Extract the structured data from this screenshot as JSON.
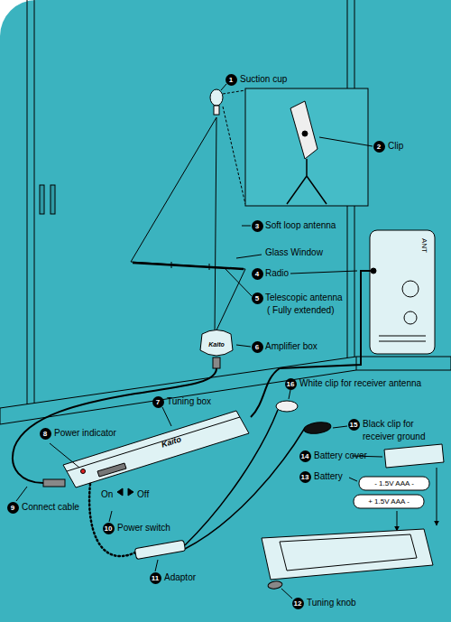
{
  "diagram": {
    "labels": [
      "1",
      "Suction cup",
      "2",
      "Clip",
      "3",
      "Soft loop antenna",
      "Glass Window",
      "4",
      "Radio",
      "5",
      "Telescopic antenna",
      "( Fully extended)",
      "6",
      "Amplifier box",
      "Kaito",
      "ANT",
      "16",
      "White clip for receiver antenna",
      "7",
      "Tuning box",
      "Kaito",
      "8",
      "Power indicator",
      "15",
      "Black clip for receiver ground",
      "14",
      "Battery cover",
      "13",
      "Battery",
      "- 1.5V AAA -",
      "+ 1.5V AAA -",
      "9",
      "Connect cable",
      "On",
      "Off",
      "10",
      "Power switch",
      "11",
      "Adaptor",
      "12",
      "Tuning knob"
    ]
  }
}
